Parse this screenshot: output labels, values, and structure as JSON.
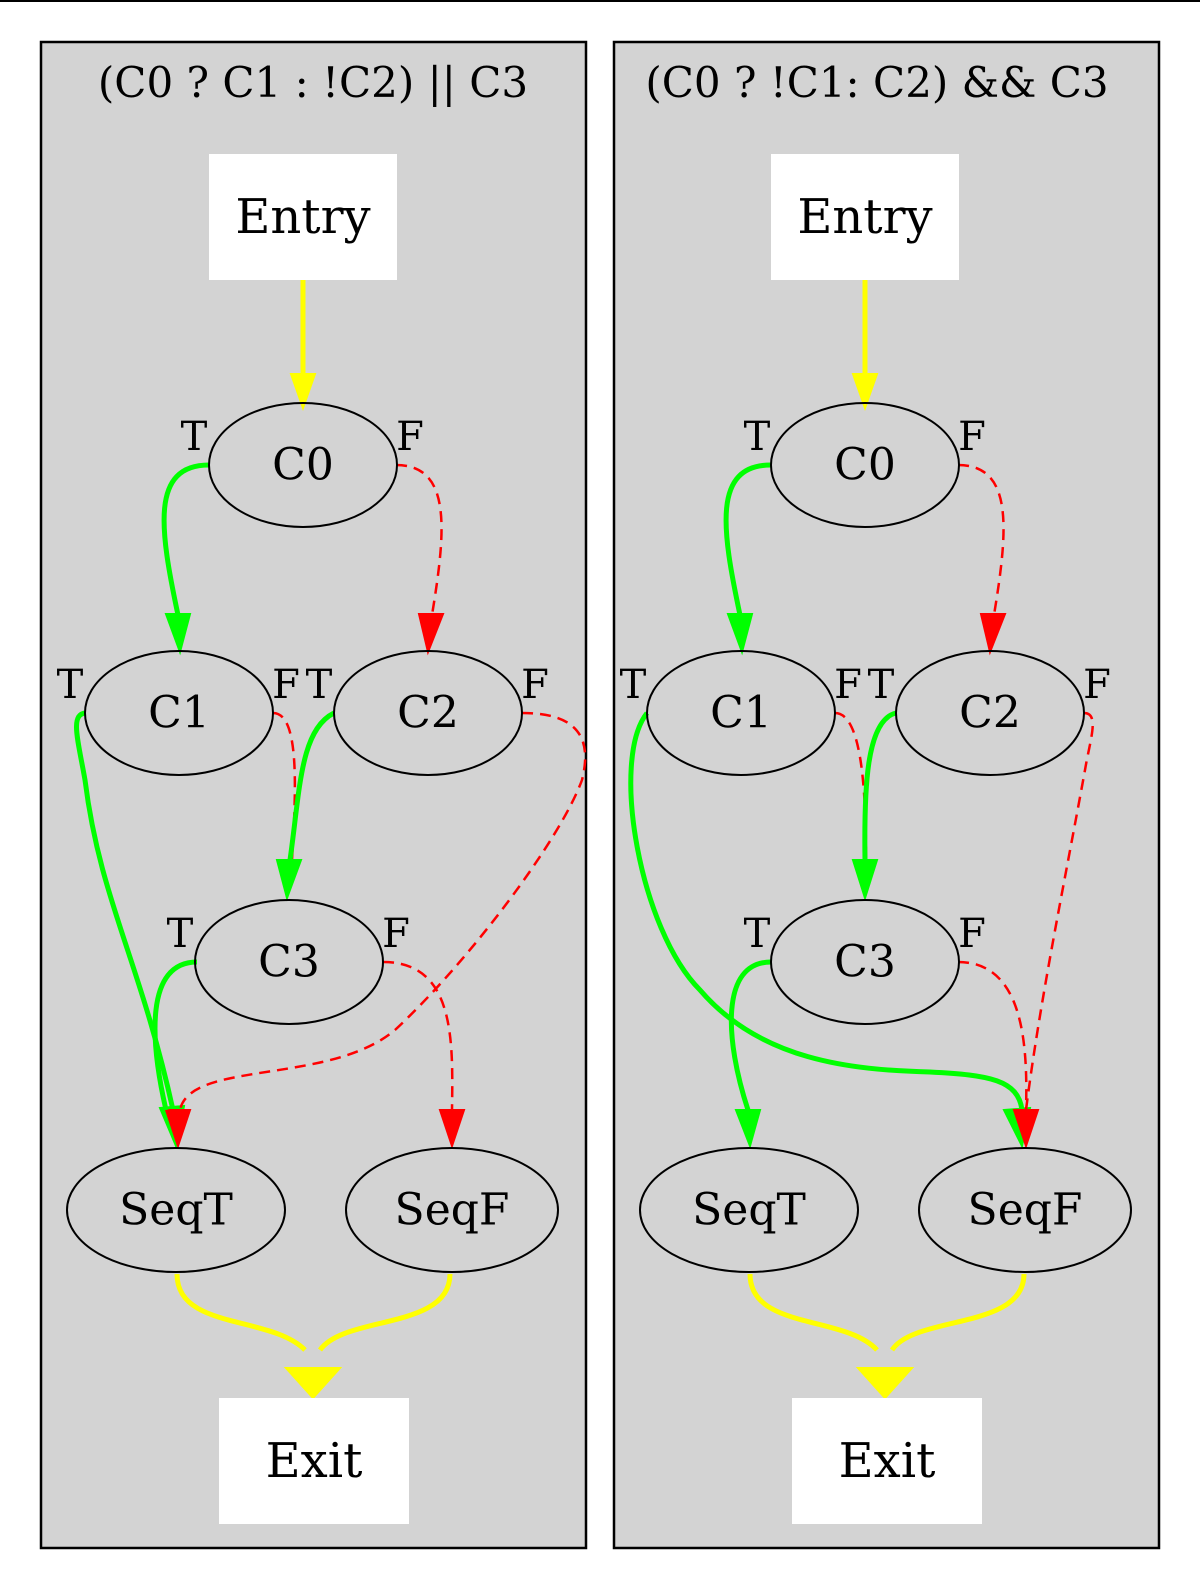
{
  "colors": {
    "flow_edge": "#ffff00",
    "true_edge": "#00ff00",
    "false_edge": "#ff0000",
    "cluster_fill": "#d3d3d3",
    "box_fill": "#ffffff"
  },
  "port_labels": {
    "true": "T",
    "false": "F"
  },
  "clusters": [
    {
      "title": "(C0 ? C1 : !C2) || C3",
      "nodes": {
        "entry": "Entry",
        "c0": "C0",
        "c1": "C1",
        "c2": "C2",
        "c3": "C3",
        "seqt": "SeqT",
        "seqf": "SeqF",
        "exit": "Exit"
      },
      "edges": [
        {
          "from": "Entry",
          "to": "C0",
          "kind": "flow"
        },
        {
          "from": "C0",
          "to": "C1",
          "kind": "true"
        },
        {
          "from": "C0",
          "to": "C2",
          "kind": "false"
        },
        {
          "from": "C1",
          "to": "SeqT",
          "kind": "true"
        },
        {
          "from": "C1",
          "to": "C3",
          "kind": "false"
        },
        {
          "from": "C2",
          "to": "C3",
          "kind": "true"
        },
        {
          "from": "C2",
          "to": "SeqT",
          "kind": "false"
        },
        {
          "from": "C3",
          "to": "SeqT",
          "kind": "true"
        },
        {
          "from": "C3",
          "to": "SeqF",
          "kind": "false"
        },
        {
          "from": "SeqT",
          "to": "Exit",
          "kind": "flow"
        },
        {
          "from": "SeqF",
          "to": "Exit",
          "kind": "flow"
        }
      ]
    },
    {
      "title": "(C0 ? !C1: C2) && C3",
      "nodes": {
        "entry": "Entry",
        "c0": "C0",
        "c1": "C1",
        "c2": "C2",
        "c3": "C3",
        "seqt": "SeqT",
        "seqf": "SeqF",
        "exit": "Exit"
      },
      "edges": [
        {
          "from": "Entry",
          "to": "C0",
          "kind": "flow"
        },
        {
          "from": "C0",
          "to": "C1",
          "kind": "true"
        },
        {
          "from": "C0",
          "to": "C2",
          "kind": "false"
        },
        {
          "from": "C1",
          "to": "SeqF",
          "kind": "true"
        },
        {
          "from": "C1",
          "to": "C3",
          "kind": "false"
        },
        {
          "from": "C2",
          "to": "C3",
          "kind": "true"
        },
        {
          "from": "C2",
          "to": "SeqF",
          "kind": "false"
        },
        {
          "from": "C3",
          "to": "SeqT",
          "kind": "true"
        },
        {
          "from": "C3",
          "to": "SeqF",
          "kind": "false"
        },
        {
          "from": "SeqT",
          "to": "Exit",
          "kind": "flow"
        },
        {
          "from": "SeqF",
          "to": "Exit",
          "kind": "flow"
        }
      ]
    }
  ]
}
